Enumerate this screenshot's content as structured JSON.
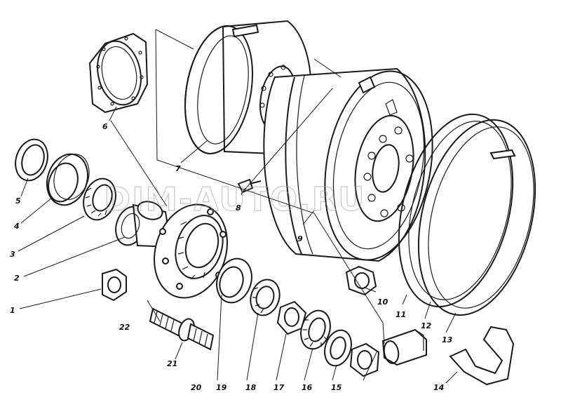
{
  "watermark": "DIM-AUTO.RU",
  "callouts": [
    {
      "id": "1",
      "text": "1"
    },
    {
      "id": "2",
      "text": "2"
    },
    {
      "id": "3",
      "text": "3"
    },
    {
      "id": "4",
      "text": "4"
    },
    {
      "id": "5",
      "text": "5"
    },
    {
      "id": "6",
      "text": "6"
    },
    {
      "id": "7",
      "text": "7"
    },
    {
      "id": "8",
      "text": "8"
    },
    {
      "id": "9",
      "text": "9"
    },
    {
      "id": "10",
      "text": "10"
    },
    {
      "id": "11",
      "text": "11"
    },
    {
      "id": "12",
      "text": "12"
    },
    {
      "id": "13",
      "text": "13"
    },
    {
      "id": "14",
      "text": "14"
    },
    {
      "id": "15",
      "text": "15"
    },
    {
      "id": "16",
      "text": "16"
    },
    {
      "id": "17",
      "text": "17"
    },
    {
      "id": "18",
      "text": "18"
    },
    {
      "id": "19",
      "text": "19"
    },
    {
      "id": "20",
      "text": "20"
    },
    {
      "id": "21",
      "text": "21"
    },
    {
      "id": "22",
      "text": "22"
    }
  ]
}
